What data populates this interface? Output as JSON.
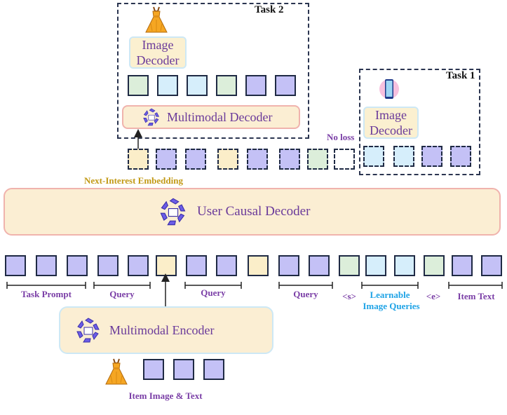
{
  "task2": {
    "title": "Task 2",
    "image_decoder": "Image\nDecoder",
    "image_decoder_l1": "Image",
    "image_decoder_l2": "Decoder",
    "multimodal_decoder": "Multimodal Decoder",
    "tokens": [
      "green",
      "blue",
      "blue",
      "green",
      "purple",
      "purple"
    ]
  },
  "task1": {
    "title": "Task 1",
    "image_decoder_l1": "Image",
    "image_decoder_l2": "Decoder",
    "tokens": [
      "blue",
      "blue",
      "purple",
      "purple"
    ]
  },
  "middle": {
    "no_loss": "No loss",
    "next_interest": "Next-Interest Embedding",
    "tokens": [
      "cream",
      "purple",
      "purple",
      "cream",
      "purple",
      "purple",
      "green",
      "white"
    ]
  },
  "causal": {
    "label": "User Causal Decoder"
  },
  "sequence": {
    "tokens": [
      "purple",
      "purple",
      "purple",
      "purple",
      "purple",
      "cream",
      "purple",
      "purple",
      "cream",
      "purple",
      "purple",
      "green",
      "blue",
      "blue",
      "green",
      "purple",
      "purple"
    ],
    "labels": {
      "task_prompt": "Task Prompt",
      "query1": "Query",
      "query2": "Query",
      "query3": "Query",
      "s_tok": "<s>",
      "learnable_l1": "Learnable",
      "learnable_l2": "Image  Queries",
      "e_tok": "<e>",
      "item_text": "Item Text"
    }
  },
  "encoder": {
    "label": "Multimodal Encoder",
    "caption": "Item Image & Text",
    "tokens": [
      "purple",
      "purple",
      "purple"
    ]
  },
  "colors": {
    "purple": "#c4c1f6",
    "blue": "#d6eefb",
    "green": "#dceeda",
    "cream": "#fbeec9",
    "accent_text": "#7a3ea6",
    "learnable_text": "#1fa3e6",
    "next_interest_text": "#c29a16"
  },
  "icons": [
    "qwen-logo-icon",
    "dress-icon",
    "phone-icon"
  ]
}
